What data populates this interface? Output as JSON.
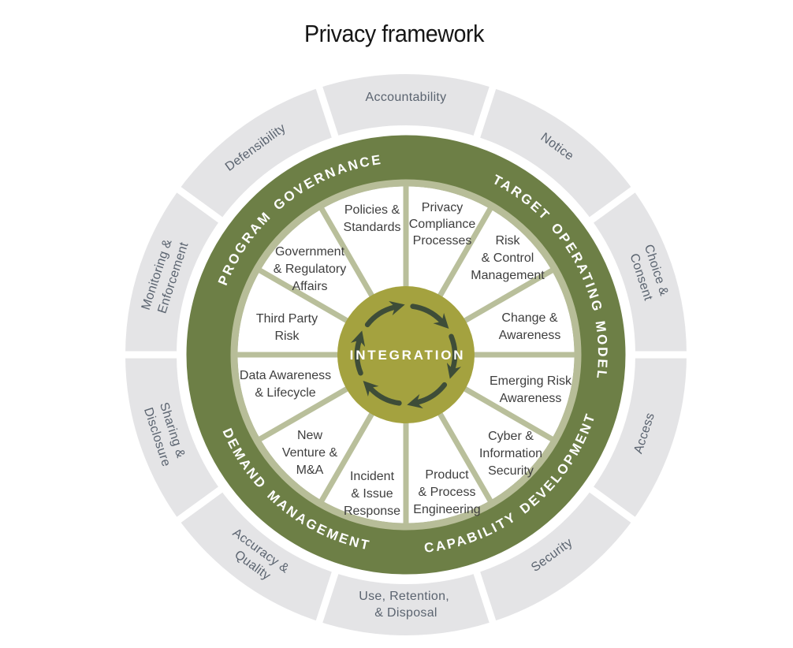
{
  "title": "Privacy framework",
  "outer_ring": {
    "segments": [
      {
        "id": "accountability",
        "lines": [
          "Accountability"
        ]
      },
      {
        "id": "notice",
        "lines": [
          "Notice"
        ]
      },
      {
        "id": "choice-consent",
        "lines": [
          "Choice &",
          "Consent"
        ]
      },
      {
        "id": "access",
        "lines": [
          "Access"
        ]
      },
      {
        "id": "security",
        "lines": [
          "Security"
        ]
      },
      {
        "id": "use-retention-disposal",
        "lines": [
          "Use, Retention,",
          "& Disposal"
        ]
      },
      {
        "id": "accuracy-quality",
        "lines": [
          "Accuracy &",
          "Quality"
        ]
      },
      {
        "id": "sharing-disclosure",
        "lines": [
          "Sharing &",
          "Disclosure"
        ]
      },
      {
        "id": "monitoring-enforcement",
        "lines": [
          "Monitoring &",
          "Enforcement"
        ]
      },
      {
        "id": "defensibility",
        "lines": [
          "Defensibility"
        ]
      }
    ]
  },
  "green_ring": {
    "labels": [
      {
        "id": "program-governance",
        "text": "PROGRAM GOVERNANCE"
      },
      {
        "id": "target-operating-model",
        "text": "TARGET OPERATING MODEL"
      },
      {
        "id": "capability-development",
        "text": "CAPABILITY DEVELOPMENT"
      },
      {
        "id": "demand-management",
        "text": "DEMAND MANAGEMENT"
      }
    ]
  },
  "wheel": {
    "segments": [
      {
        "id": "policies-standards",
        "lines": [
          "Policies &",
          "Standards"
        ]
      },
      {
        "id": "privacy-compliance-processes",
        "lines": [
          "Privacy",
          "Compliance",
          "Processes"
        ]
      },
      {
        "id": "risk-control-management",
        "lines": [
          "Risk",
          "& Control",
          "Management"
        ]
      },
      {
        "id": "change-awareness",
        "lines": [
          "Change &",
          "Awareness"
        ]
      },
      {
        "id": "emerging-risk-awareness",
        "lines": [
          "Emerging Risk",
          "Awareness"
        ]
      },
      {
        "id": "cyber-information-security",
        "lines": [
          "Cyber &",
          "Information",
          "Security"
        ]
      },
      {
        "id": "product-process-engineering",
        "lines": [
          "Product",
          "& Process",
          "Engineering"
        ]
      },
      {
        "id": "incident-issue-response",
        "lines": [
          "Incident",
          "& Issue",
          "Response"
        ]
      },
      {
        "id": "new-venture-ma",
        "lines": [
          "New",
          "Venture &",
          "M&A"
        ]
      },
      {
        "id": "data-awareness-lifecycle",
        "lines": [
          "Data Awareness",
          "& Lifecycle"
        ]
      },
      {
        "id": "third-party-risk",
        "lines": [
          "Third Party",
          "Risk"
        ]
      },
      {
        "id": "government-regulatory-affairs",
        "lines": [
          "Government",
          "& Regulatory",
          "Affairs"
        ]
      }
    ]
  },
  "center": {
    "label": "INTEGRATION"
  },
  "colors": {
    "outer_ring_fill": "#e4e4e6",
    "outer_label_text": "#5b6470",
    "quadrant_ring_fill": "#6d7f46",
    "quadrant_label_text": "#ffffff",
    "inner_border_and_spokes": "#b7bd98",
    "hub_fill": "#a4a23f",
    "cycle_arrows": "#3e4d38",
    "wheel_label_text": "#3e3e3e",
    "title_text": "#161616"
  }
}
